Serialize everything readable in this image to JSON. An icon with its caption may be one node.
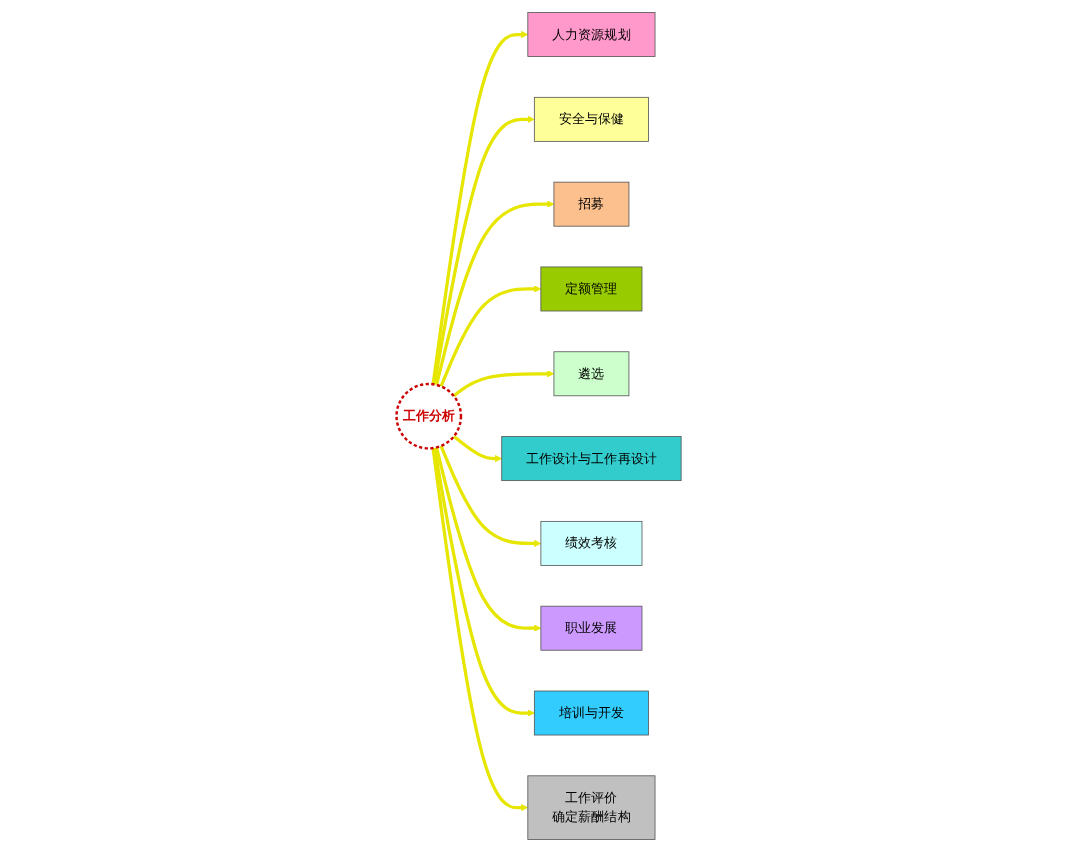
{
  "diagram": {
    "nodes": [
      {
        "text": [
          "工作分析"
        ]
      },
      {
        "text": [
          "人力资源规划"
        ]
      },
      {
        "text": [
          "安全与保健"
        ]
      },
      {
        "text": [
          "招募"
        ]
      },
      {
        "text": [
          "定额管理"
        ]
      },
      {
        "text": [
          "遴选"
        ]
      },
      {
        "text": [
          "工作设计与工作再设计"
        ]
      },
      {
        "text": [
          "绩效考核"
        ]
      },
      {
        "text": [
          "职业发展"
        ]
      },
      {
        "text": [
          "培训与开发"
        ]
      },
      {
        "text": [
          "工作评价",
          "确定薪酬结构"
        ]
      }
    ],
    "edges": [
      {
        "from": 0,
        "to": 1,
        "arrow": "to"
      },
      {
        "from": 0,
        "to": 2,
        "arrow": "to"
      },
      {
        "from": 0,
        "to": 3,
        "arrow": "to"
      },
      {
        "from": 0,
        "to": 4,
        "arrow": "to"
      },
      {
        "from": 0,
        "to": 5,
        "arrow": "to"
      },
      {
        "from": 0,
        "to": 6,
        "arrow": "to"
      },
      {
        "from": 0,
        "to": 7,
        "arrow": "to"
      },
      {
        "from": 0,
        "to": 8,
        "arrow": "to"
      },
      {
        "from": 0,
        "to": 9,
        "arrow": "to"
      },
      {
        "from": 0,
        "to": 10,
        "arrow": "to"
      }
    ]
  }
}
